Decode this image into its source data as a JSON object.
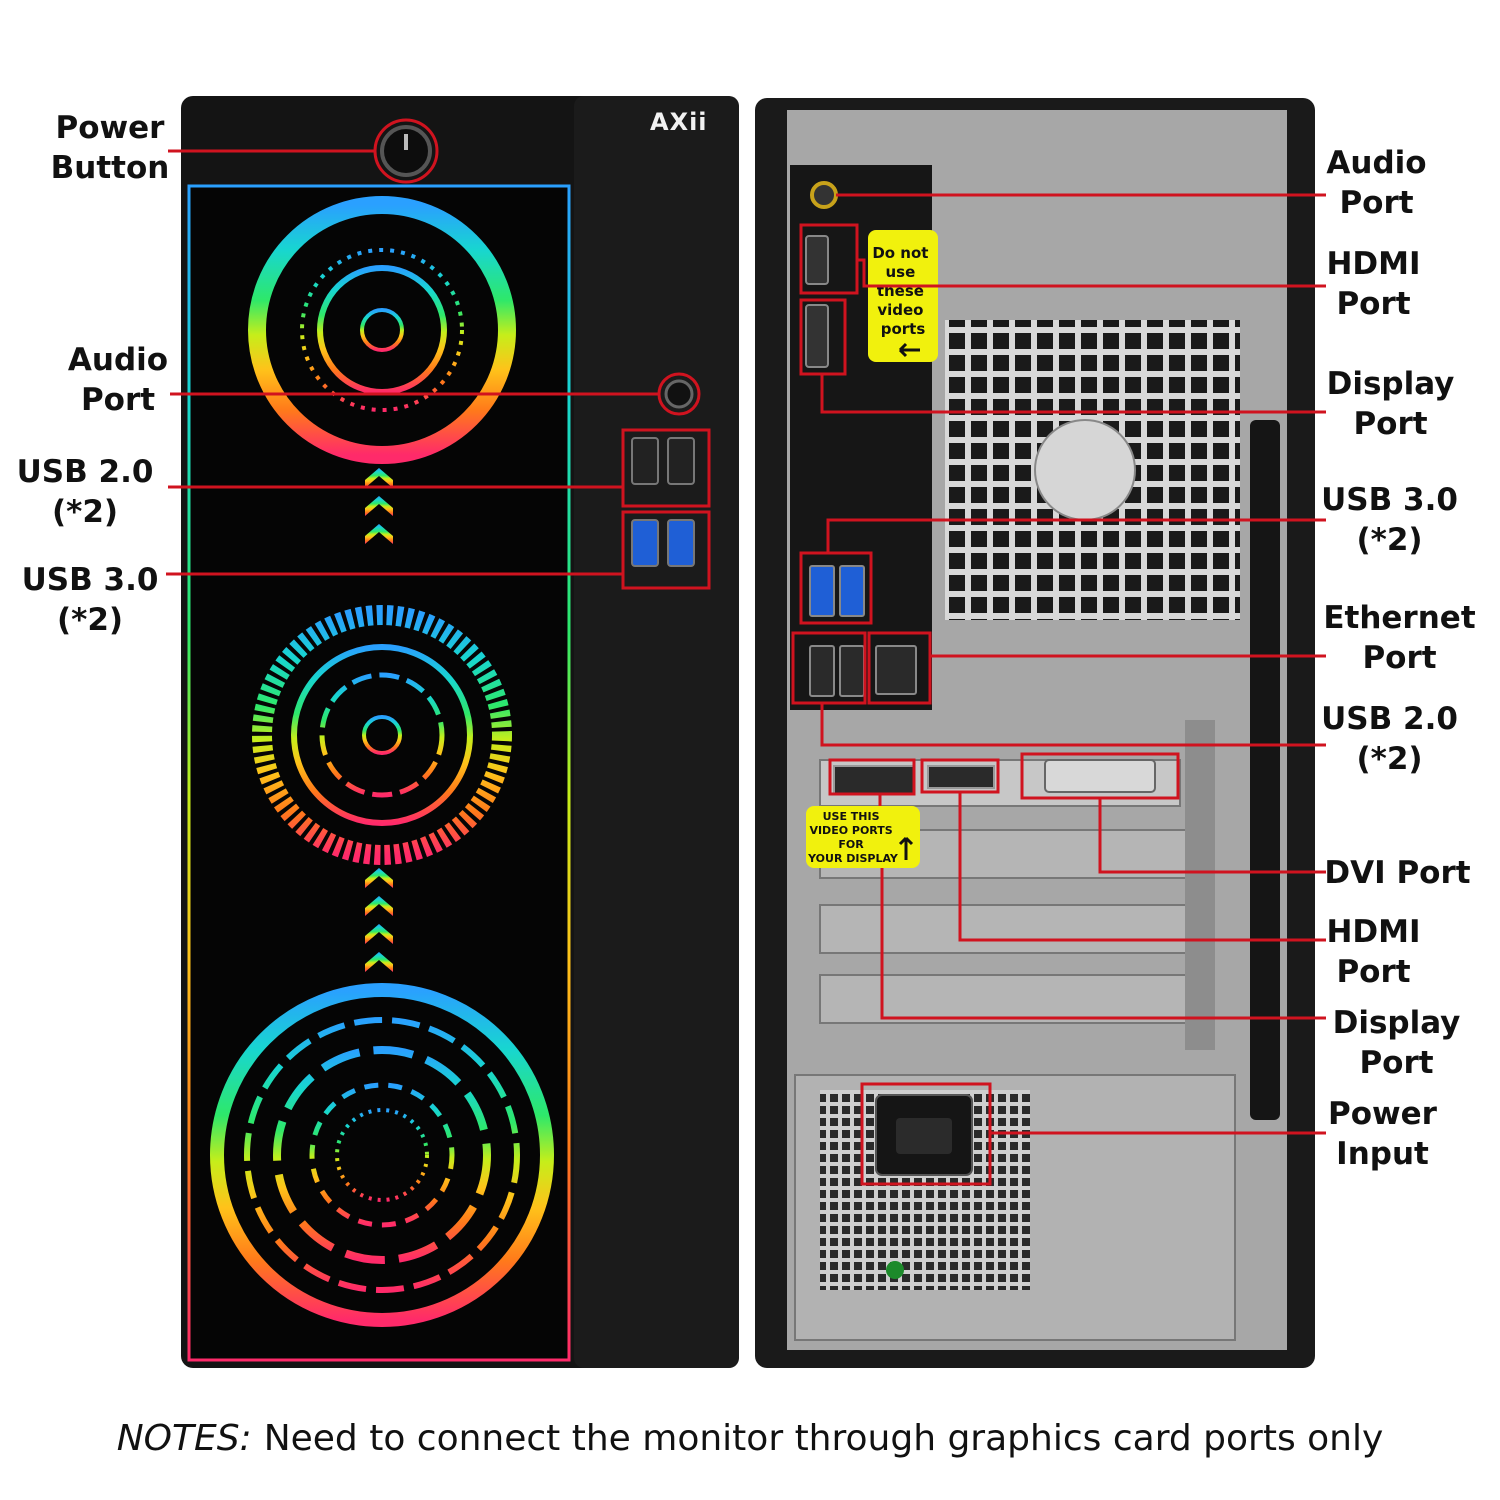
{
  "brand": "AXii",
  "colors": {
    "callout_line": "#d0131f",
    "sticker": "#f1f10d",
    "case_front": "#141414",
    "case_back": "#9a9a9a"
  },
  "front_labels": {
    "power_button": "Power\nButton",
    "audio_port": "Audio\nPort",
    "usb_20": "USB 2.0\n(*2)",
    "usb_30": "USB 3.0\n(*2)"
  },
  "rear_labels": {
    "audio_port": "Audio\nPort",
    "hdmi_port_top": "HDMI\nPort",
    "display_port_top": "Display\nPort",
    "usb_30": "USB 3.0\n(*2)",
    "ethernet_port": "Ethernet\nPort",
    "usb_20": "USB 2.0\n(*2)",
    "dvi_port": "DVI Port",
    "hdmi_port_gpu": "HDMI\nPort",
    "display_port_gpu": "Display\nPort",
    "power_input": "Power\nInput"
  },
  "stickers": {
    "top": [
      "Do not",
      "use",
      "these",
      "video",
      "ports"
    ],
    "bottom": [
      "USE THIS",
      "VIDEO PORTS",
      "FOR",
      "YOUR DISPLAY"
    ]
  },
  "notes": {
    "prefix": "NOTES:",
    "text": "Need to connect the monitor through graphics card ports only"
  }
}
